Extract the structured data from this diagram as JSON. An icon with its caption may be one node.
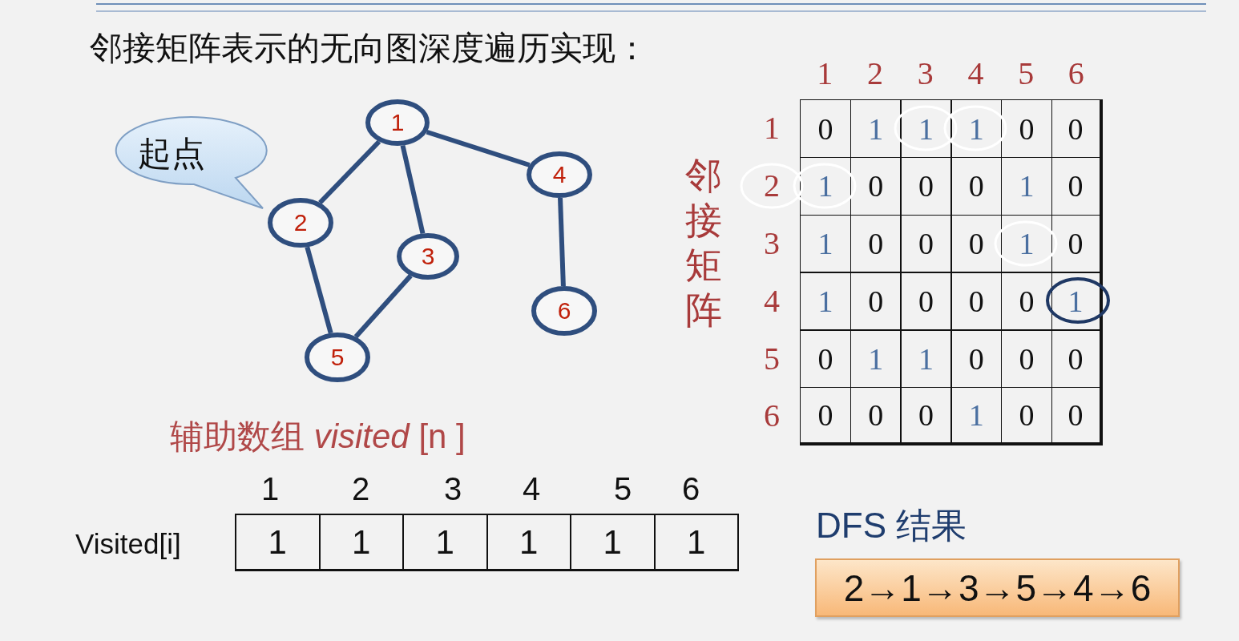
{
  "diagram": {
    "title": "邻接矩阵表示的无向图深度遍历实现：",
    "nodes": [
      {
        "text": [
          "起点"
        ]
      },
      {
        "text": [
          "1"
        ]
      },
      {
        "text": [
          "2"
        ]
      },
      {
        "text": [
          "3"
        ]
      },
      {
        "text": [
          "4"
        ]
      },
      {
        "text": [
          "5"
        ]
      },
      {
        "text": [
          "6"
        ]
      },
      {
        "text": [
          "DFS 结果",
          "2→1→3→5→4→6"
        ]
      }
    ],
    "edges": [
      {
        "from": 1,
        "to": 2,
        "arrow": "none"
      },
      {
        "from": 1,
        "to": 3,
        "arrow": "none"
      },
      {
        "from": 1,
        "to": 4,
        "arrow": "none"
      },
      {
        "from": 2,
        "to": 5,
        "arrow": "none"
      },
      {
        "from": 3,
        "to": 5,
        "arrow": "none"
      },
      {
        "from": 4,
        "to": 6,
        "arrow": "none"
      }
    ],
    "labels": [
      "邻接矩阵",
      "1",
      "2",
      "3",
      "4",
      "5",
      "6",
      "1",
      "0",
      "1",
      "1",
      "1",
      "0",
      "0",
      "2",
      "1",
      "0",
      "0",
      "0",
      "1",
      "0",
      "3",
      "1",
      "0",
      "0",
      "0",
      "1",
      "0",
      "4",
      "1",
      "0",
      "0",
      "0",
      "0",
      "1",
      "5",
      "0",
      "1",
      "1",
      "0",
      "0",
      "0",
      "6",
      "0",
      "0",
      "0",
      "1",
      "0",
      "0",
      "辅助数组 *visited* [n ]",
      "1",
      "2",
      "3",
      "4",
      "5",
      "6",
      "Visited[i]",
      "1",
      "1",
      "1",
      "1",
      "1",
      "1"
    ]
  }
}
